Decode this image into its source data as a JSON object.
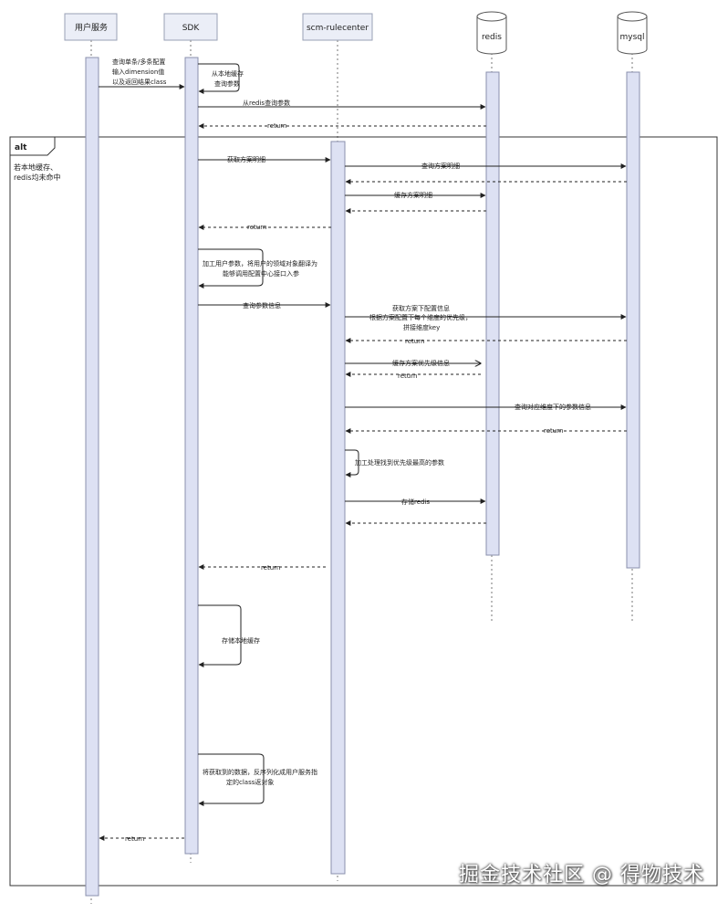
{
  "participants": {
    "user_service": "用户服务",
    "sdk": "SDK",
    "rulecenter": "scm-rulecenter",
    "redis": "redis",
    "mysql": "mysql"
  },
  "alt_frame": {
    "label": "alt",
    "guard_line1": "若本地缓存、",
    "guard_line2": "redis均未命中"
  },
  "messages": {
    "query_line1": "查询单条/多条配置",
    "query_line2": "输入dimension值",
    "query_line3": "以及返回结果class",
    "local_cache_line1": "从本地缓存",
    "local_cache_line2": "查询参数",
    "redis_query": "从redis查询参数",
    "return_redis": "return",
    "get_plan_detail": "获取方案明细",
    "query_plan_detail": "查询方案明细",
    "cache_plan_detail": "缓存方案明细",
    "return_plan": "return",
    "process_line1": "加工用户参数，将用户的领域对象翻译为",
    "process_line2": "能够调用配置中心接口入参",
    "query_param_info": "查询参数信息",
    "config_line1": "获取方案下配置信息",
    "config_line2": "根据方案配置下每个维度的优先级，",
    "config_line3": "拼接维度key",
    "return_config": "return",
    "cache_priority": "缓存方案优先级信息",
    "return_priority": "return",
    "query_dim_param": "查询对应维度下的参数信息",
    "return_dim": "return",
    "process_highest": "加工处理找到优先级最高的参数",
    "store_redis": "存储redis",
    "return_rulecenter": "return",
    "store_local": "存储本地缓存",
    "deserialize_line1": "将获取到的数据，反序列化成用户服务指",
    "deserialize_line2": "定的class返对象",
    "return_final": "return"
  },
  "watermark": "掘金技术社区 @ 得物技术"
}
